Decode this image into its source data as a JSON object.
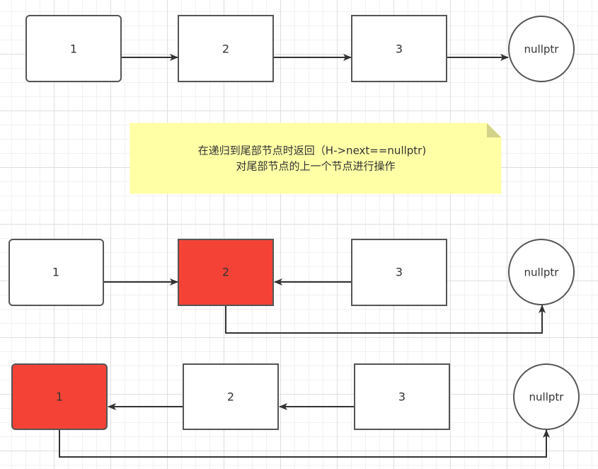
{
  "colors": {
    "box_stroke": "#555555",
    "box_fill": "#ffffff",
    "highlight_fill": "#f44336",
    "note_fill": "#ffffa6",
    "note_fold": "#d2d28a",
    "edge": "#333333"
  },
  "rows": [
    {
      "nodes": [
        {
          "label": "1",
          "highlighted": false
        },
        {
          "label": "2",
          "highlighted": false
        },
        {
          "label": "3",
          "highlighted": false
        }
      ],
      "null_label": "nullptr"
    },
    {
      "nodes": [
        {
          "label": "1",
          "highlighted": false
        },
        {
          "label": "2",
          "highlighted": true
        },
        {
          "label": "3",
          "highlighted": false
        }
      ],
      "null_label": "nullptr"
    },
    {
      "nodes": [
        {
          "label": "1",
          "highlighted": true
        },
        {
          "label": "2",
          "highlighted": false
        },
        {
          "label": "3",
          "highlighted": false
        }
      ],
      "null_label": "nullptr"
    }
  ],
  "note": {
    "line1": "在递归到尾部节点时返回（H->next==nullptr)",
    "line2": "对尾部节点的上一个节点进行操作"
  }
}
